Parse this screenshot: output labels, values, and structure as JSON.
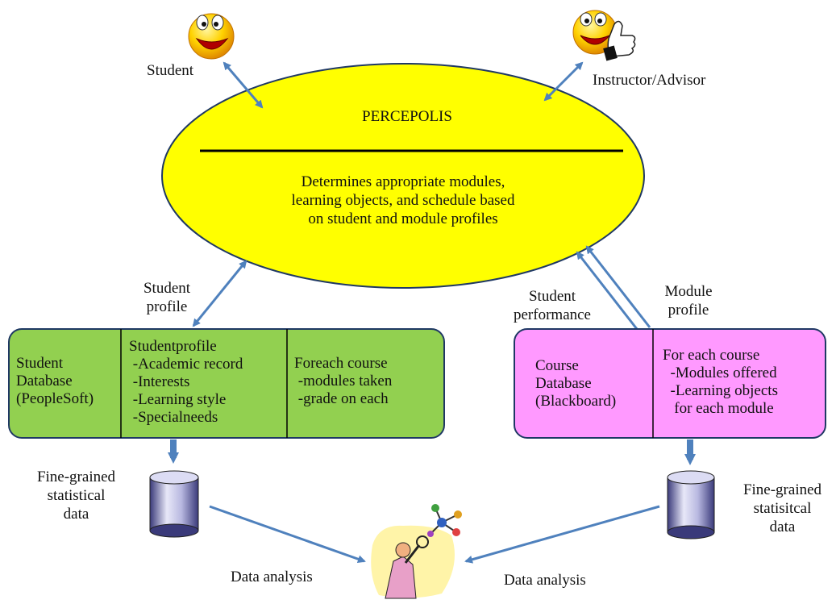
{
  "actors": {
    "student": "Student",
    "instructor": "Instructor/Advisor"
  },
  "center": {
    "title": "PERCEPOLIS",
    "description": [
      "Determines appropriate modules,",
      "learning objects, and schedule based",
      "on student and module profiles"
    ]
  },
  "flows": {
    "student_profile": [
      "Student",
      "profile"
    ],
    "student_performance": [
      "Student",
      "performance"
    ],
    "module_profile": [
      "Module",
      "profile"
    ]
  },
  "student_db": {
    "name": [
      "Student",
      "Database",
      "(PeopleSoft)"
    ],
    "profile": [
      "Studentprofile",
      " -Academic record",
      " -Interests",
      " -Learning style",
      " -Specialneeds"
    ],
    "course": [
      "Foreach course",
      " -modules taken",
      " -grade on each"
    ]
  },
  "course_db": {
    "name": [
      "Course",
      "Database",
      "(Blackboard)"
    ],
    "course": [
      "For each course",
      "  -Modules offered",
      "  -Learning objects",
      "   for each module"
    ]
  },
  "data": {
    "left_stats": [
      "Fine-grained",
      "statistical",
      "data"
    ],
    "right_stats": [
      "Fine-grained",
      "statisitcal",
      "data"
    ],
    "left_analysis": "Data analysis",
    "right_analysis": "Data analysis"
  },
  "colors": {
    "ellipse": "#ffff00",
    "student_db": "#92d050",
    "course_db": "#ff99ff",
    "arrow": "#4f81bd",
    "outline": "#1f3864"
  },
  "icons": [
    "smiley-face-icon",
    "thumbs-up-smiley-icon",
    "database-cylinder-icon",
    "analyst-molecule-icon"
  ]
}
